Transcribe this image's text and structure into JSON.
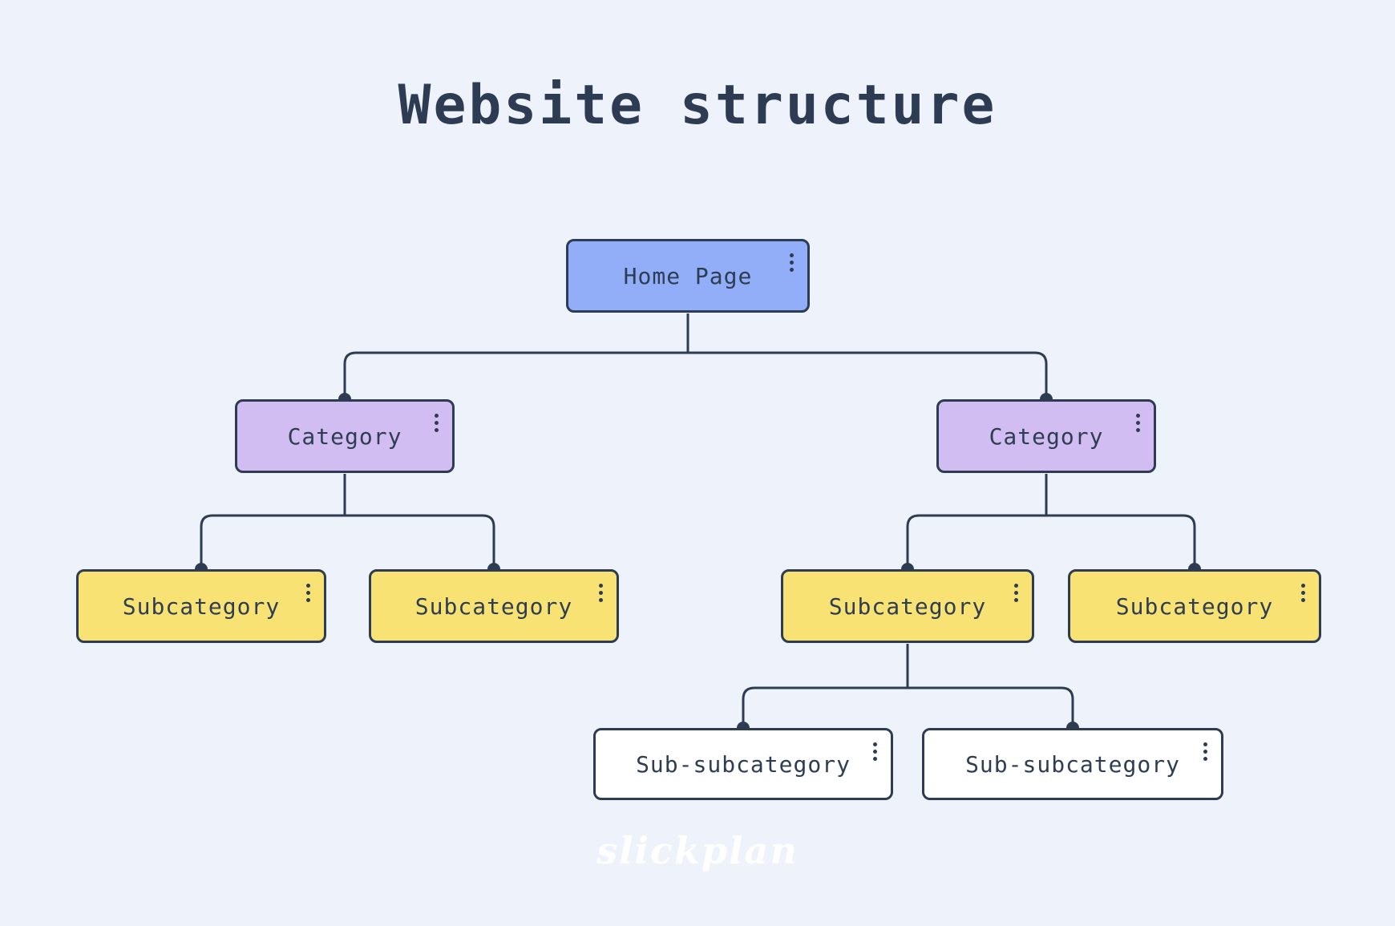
{
  "title": "Website structure",
  "watermark": "slickplan",
  "colors": {
    "background": "#eef2fb",
    "outline_and_text": "#2d3c53",
    "home_fill": "#92aef8",
    "category_fill": "#d2bdf2",
    "subcategory_fill": "#f8e273",
    "sub_subcategory_fill": "#ffffff",
    "watermark_color": "#ffffff"
  },
  "icons": {
    "node_menu": "kebab-vertical-dots-icon",
    "connector_join": "filled-circle-dot"
  },
  "nodes": [
    {
      "id": "home",
      "type": "home",
      "label": "Home Page"
    },
    {
      "id": "category-left",
      "type": "category",
      "label": "Category"
    },
    {
      "id": "category-right",
      "type": "category",
      "label": "Category"
    },
    {
      "id": "subcategory-1",
      "type": "subcategory",
      "label": "Subcategory"
    },
    {
      "id": "subcategory-2",
      "type": "subcategory",
      "label": "Subcategory"
    },
    {
      "id": "subcategory-3",
      "type": "subcategory",
      "label": "Subcategory"
    },
    {
      "id": "subcategory-4",
      "type": "subcategory",
      "label": "Subcategory"
    },
    {
      "id": "sub-subcategory-1",
      "type": "sub-subcategory",
      "label": "Sub-subcategory"
    },
    {
      "id": "sub-subcategory-2",
      "type": "sub-subcategory",
      "label": "Sub-subcategory"
    }
  ],
  "edges": [
    {
      "from": "home",
      "to": "category-left"
    },
    {
      "from": "home",
      "to": "category-right"
    },
    {
      "from": "category-left",
      "to": "subcategory-1"
    },
    {
      "from": "category-left",
      "to": "subcategory-2"
    },
    {
      "from": "category-right",
      "to": "subcategory-3"
    },
    {
      "from": "category-right",
      "to": "subcategory-4"
    },
    {
      "from": "subcategory-3",
      "to": "sub-subcategory-1"
    },
    {
      "from": "subcategory-3",
      "to": "sub-subcategory-2"
    }
  ]
}
